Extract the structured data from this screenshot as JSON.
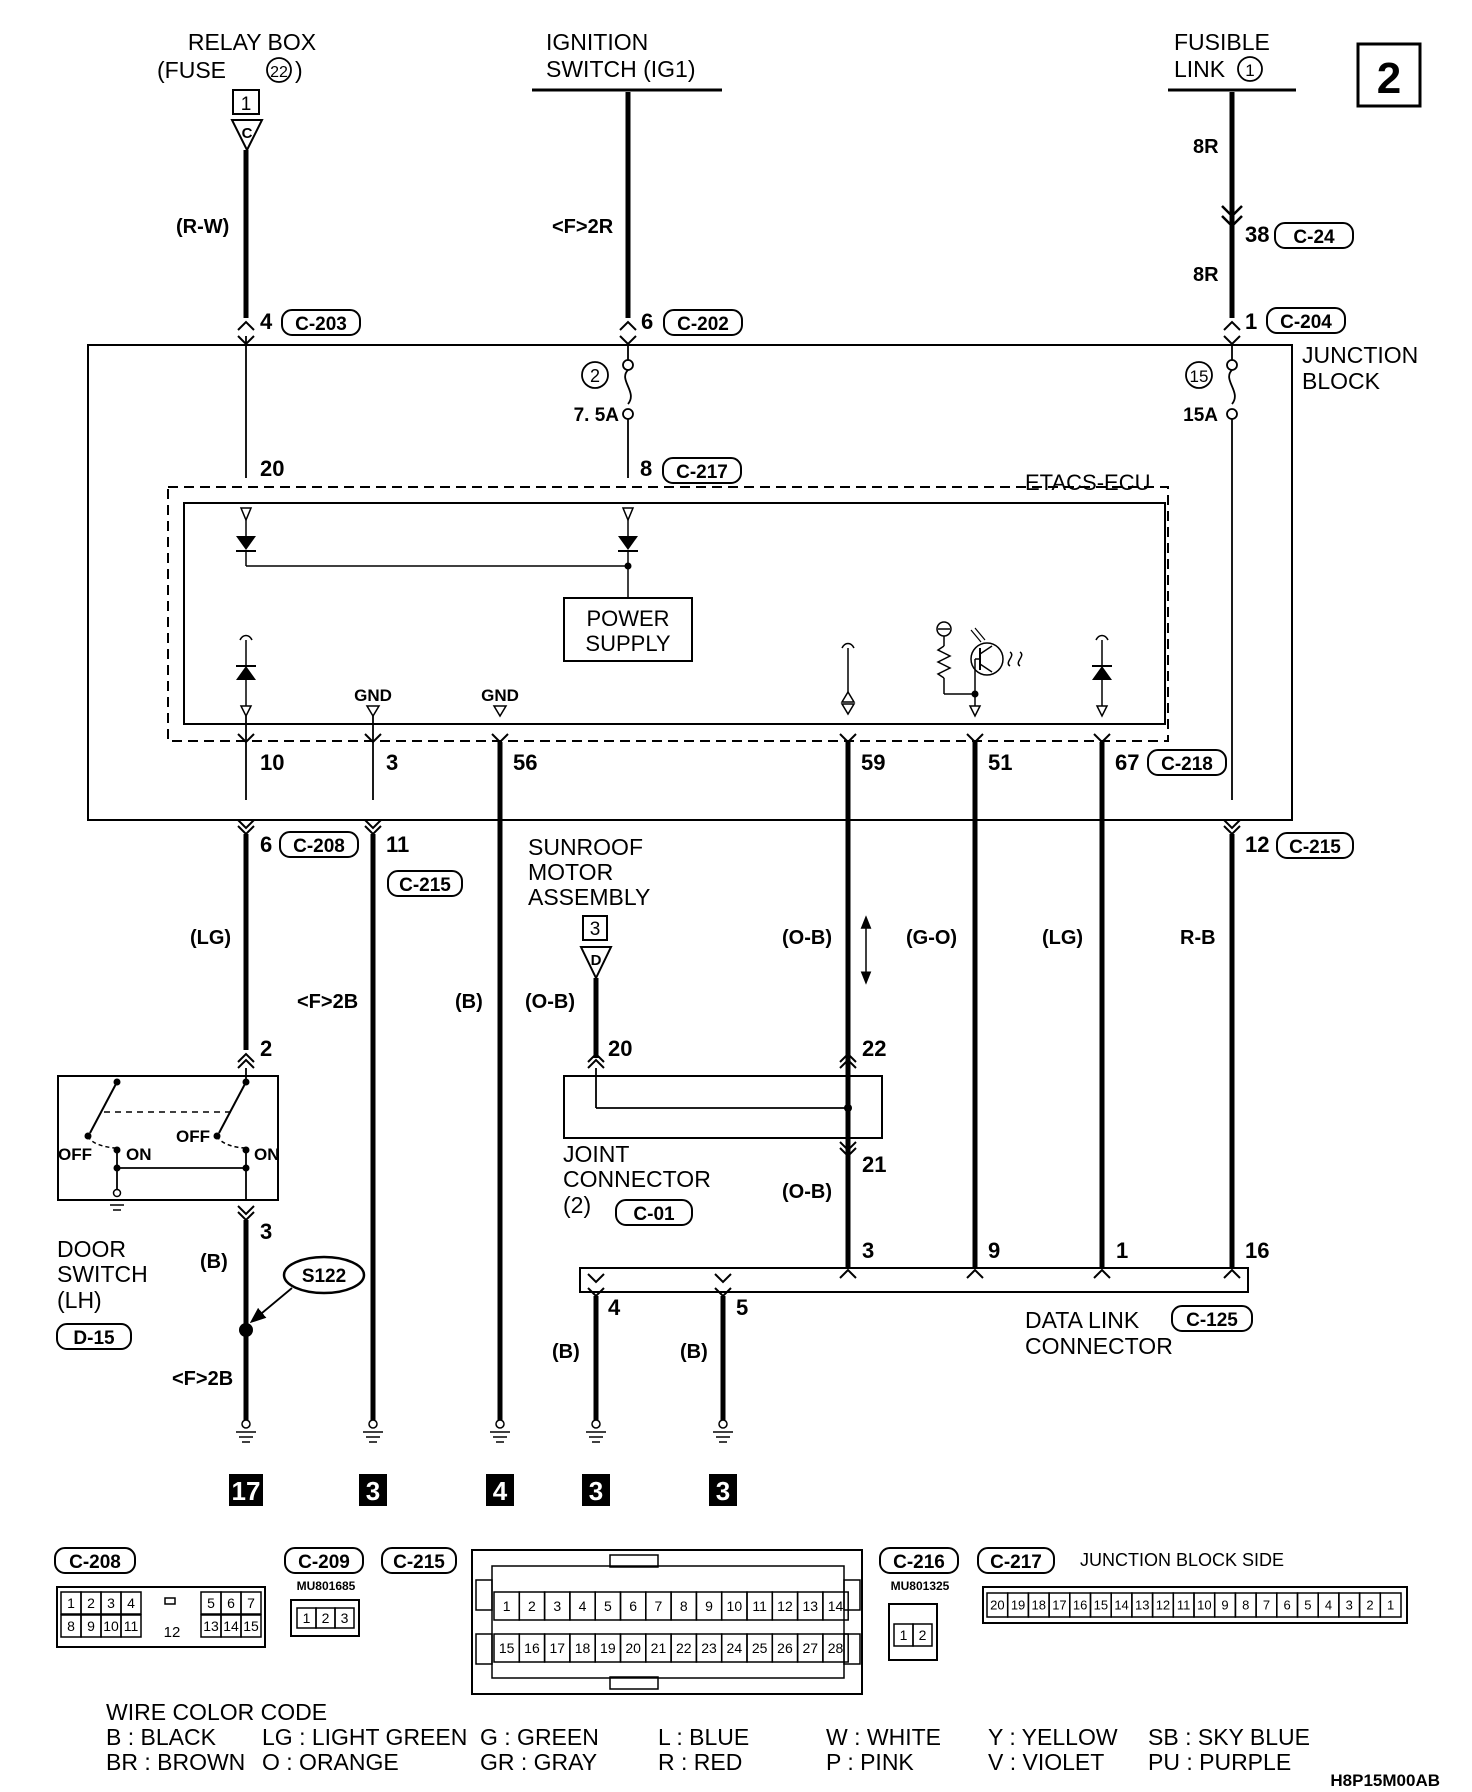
{
  "page_number": "2",
  "drawing_code": "H8P15M00AB",
  "sources": {
    "relay_box_l1": "RELAY BOX",
    "relay_box_l2a": "(FUSE",
    "relay_box_fuse": "22",
    "relay_box_l2b": ")",
    "relay_box_ref": "1",
    "relay_box_conn_letter": "C",
    "ignition_l1": "IGNITION",
    "ignition_l2": "SWITCH (IG1)",
    "fusible_l1": "FUSIBLE",
    "fusible_l2": "LINK",
    "fusible_num": "1"
  },
  "junction_block": {
    "label_l1": "JUNCTION",
    "label_l2": "BLOCK",
    "fuse2_num": "2",
    "fuse2_rating": "7. 5A",
    "fuse15_num": "15",
    "fuse15_rating": "15A"
  },
  "ecu": {
    "label": "ETACS-ECU",
    "power_l1": "POWER",
    "power_l2": "SUPPLY",
    "gnd1": "GND",
    "gnd2": "GND"
  },
  "connectors": {
    "c203": "C-203",
    "c202": "C-202",
    "c204": "C-204",
    "c24": "C-24",
    "c217": "C-217",
    "c218": "C-218",
    "c208": "C-208",
    "c215a": "C-215",
    "c215b": "C-215",
    "c01": "C-01",
    "c125": "C-125",
    "d15": "D-15"
  },
  "pins": {
    "p4_top": "4",
    "p6_top": "6",
    "p1_top": "1",
    "p38": "38",
    "p20_jb": "20",
    "p8_jb": "8",
    "p10": "10",
    "p3_jb": "3",
    "p56": "56",
    "p59": "59",
    "p51": "51",
    "p67": "67",
    "p6_c208": "6",
    "p11_c215": "11",
    "p12_c215": "12",
    "p2_ds": "2",
    "p3_ds": "3",
    "p20_jc": "20",
    "p22_jc": "22",
    "p21_jc": "21",
    "p3_dlc": "3",
    "p9_dlc": "9",
    "p1_dlc": "1",
    "p16_dlc": "16",
    "p4_dlc": "4",
    "p5_dlc": "5"
  },
  "wire_labels": {
    "rw": "(R-W)",
    "f2r": "<F>2R",
    "r8a": "8R",
    "r8b": "8R",
    "lg1": "(LG)",
    "f2b1": "<F>2B",
    "b1": "(B)",
    "ob1": "(O-B)",
    "ob2": "(O-B)",
    "go": "(G-O)",
    "lg2": "(LG)",
    "rb": "R-B",
    "b_ds": "(B)",
    "f2b2": "<F>2B",
    "ob3": "(O-B)",
    "b_dlc4": "(B)",
    "b_dlc5": "(B)"
  },
  "components": {
    "sunroof_l1": "SUNROOF",
    "sunroof_l2": "MOTOR",
    "sunroof_l3": "ASSEMBLY",
    "sunroof_ref": "3",
    "sunroof_letter": "D",
    "jc_l1": "JOINT",
    "jc_l2": "CONNECTOR",
    "jc_l3": "(2)",
    "ds_l1": "DOOR",
    "ds_l2": "SWITCH",
    "ds_l3": "(LH)",
    "ds_off1": "OFF",
    "ds_on1": "ON",
    "ds_off2": "OFF",
    "ds_on2": "ON",
    "splice": "S122",
    "dlc_l1": "DATA LINK",
    "dlc_l2": "CONNECTOR"
  },
  "grounds": [
    "17",
    "3",
    "4",
    "3",
    "3"
  ],
  "connector_views": {
    "c208_label": "C-208",
    "c208_row1a": [
      "1",
      "2",
      "3",
      "4"
    ],
    "c208_row1b": [
      "5",
      "6",
      "7"
    ],
    "c208_row2a": [
      "8",
      "9",
      "10",
      "11"
    ],
    "c208_row2b": [
      "13",
      "14",
      "15"
    ],
    "c208_mid": "12",
    "c209_label": "C-209",
    "c209_part": "MU801685",
    "c209_pins": [
      "1",
      "2",
      "3"
    ],
    "c215_label": "C-215",
    "c215_row1": [
      "1",
      "2",
      "3",
      "4",
      "5",
      "6",
      "7",
      "8",
      "9",
      "10",
      "11",
      "12",
      "13",
      "14"
    ],
    "c215_row2": [
      "15",
      "16",
      "17",
      "18",
      "19",
      "20",
      "21",
      "22",
      "23",
      "24",
      "25",
      "26",
      "27",
      "28"
    ],
    "c216_label": "C-216",
    "c216_part": "MU801325",
    "c216_pins": [
      "1",
      "2"
    ],
    "c217_label": "C-217",
    "c217_side": "JUNCTION BLOCK SIDE",
    "c217_row": [
      "20",
      "19",
      "18",
      "17",
      "16",
      "15",
      "14",
      "13",
      "12",
      "11",
      "10",
      "9",
      "8",
      "7",
      "6",
      "5",
      "4",
      "3",
      "2",
      "1"
    ]
  },
  "wire_color_code": {
    "title": "WIRE COLOR CODE",
    "row1": [
      "B : BLACK",
      "LG : LIGHT GREEN",
      "G : GREEN",
      "L : BLUE",
      "W : WHITE",
      "Y : YELLOW",
      "SB : SKY BLUE"
    ],
    "row2": [
      "BR : BROWN",
      "O : ORANGE",
      "GR : GRAY",
      "R : RED",
      "P : PINK",
      "V : VIOLET",
      "PU : PURPLE"
    ]
  }
}
